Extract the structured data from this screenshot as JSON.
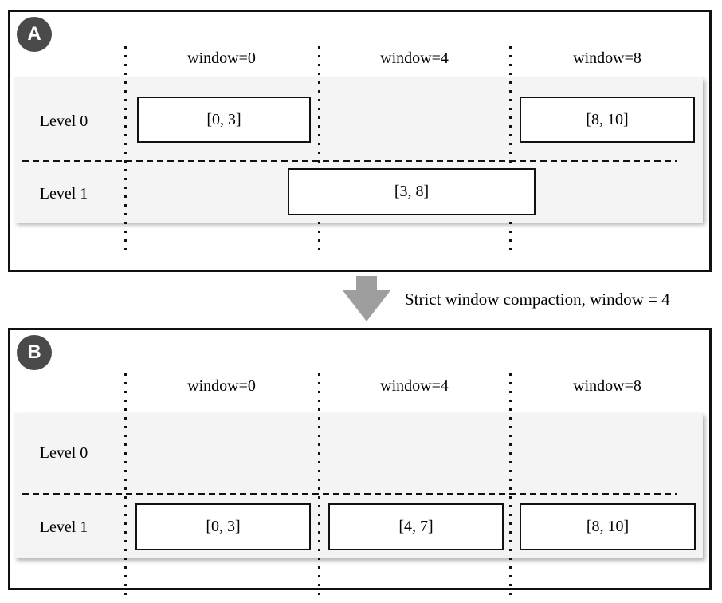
{
  "caption": "Strict window compaction, window = 4",
  "arrow": {
    "icon": "down-arrow-icon",
    "color": "#9e9e9e"
  },
  "colors": {
    "panel_border": "#111111",
    "band_background": "#f4f4f4",
    "badge_background": "#4a4a4a",
    "badge_text": "#ffffff",
    "text": "#000000"
  },
  "panels": {
    "a": {
      "badge": "A",
      "window_labels": [
        "window=0",
        "window=4",
        "window=8"
      ],
      "level_labels": [
        "Level 0",
        "Level 1"
      ],
      "level0_runs": [
        {
          "label": "[0, 3]"
        },
        {
          "label": "[8, 10]"
        }
      ],
      "level1_runs": [
        {
          "label": "[3, 8]"
        }
      ]
    },
    "b": {
      "badge": "B",
      "window_labels": [
        "window=0",
        "window=4",
        "window=8"
      ],
      "level_labels": [
        "Level 0",
        "Level 1"
      ],
      "level0_runs": [],
      "level1_runs": [
        {
          "label": "[0, 3]"
        },
        {
          "label": "[4, 7]"
        },
        {
          "label": "[8, 10]"
        }
      ]
    }
  }
}
